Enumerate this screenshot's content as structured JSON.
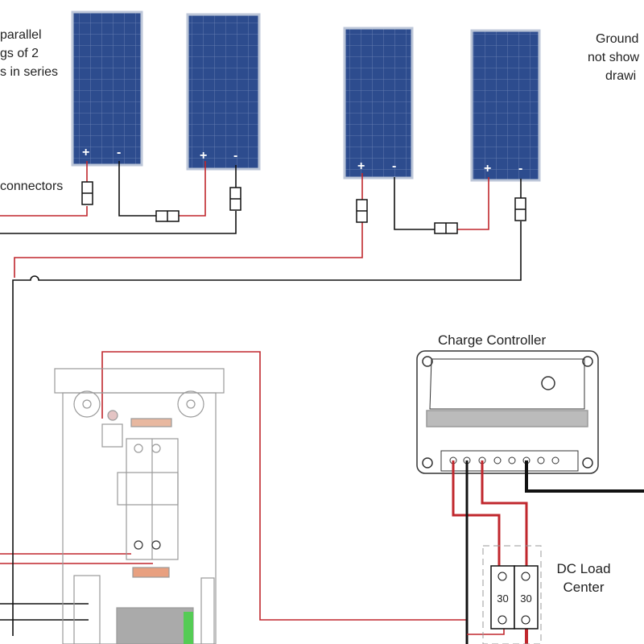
{
  "notes": {
    "parallel_line1": "parallel",
    "parallel_line2": "gs of 2",
    "parallel_line3": "s in series",
    "connectors": "connectors",
    "ground_line1": "Ground",
    "ground_line2": "not show",
    "ground_line3": "drawi"
  },
  "panels": [
    {
      "plus": "+",
      "minus": "-"
    },
    {
      "plus": "+",
      "minus": "-"
    },
    {
      "plus": "+",
      "minus": "-"
    },
    {
      "plus": "+",
      "minus": "-"
    }
  ],
  "charge_controller": {
    "title": "Charge Controller"
  },
  "load_center": {
    "title_line1": "DC Load",
    "title_line2": "Center",
    "breakers": [
      "30",
      "30"
    ]
  },
  "colors": {
    "positive": "#c0272d",
    "negative": "#111111",
    "panel": "#2b4a8c"
  }
}
